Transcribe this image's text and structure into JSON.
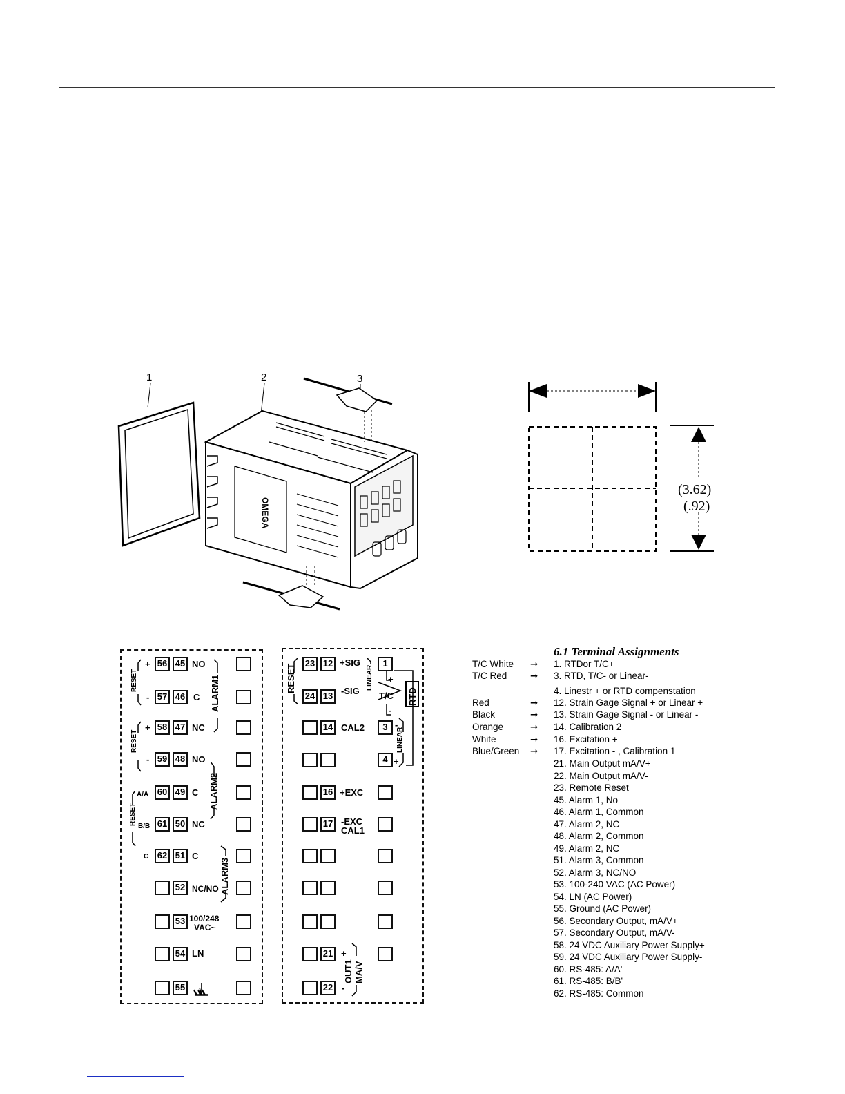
{
  "figure_labels": {
    "gasket": "1",
    "housing": "2",
    "clamp": "3"
  },
  "cutout": {
    "height_in": "(3.62)",
    "height_mm": "(.92)"
  },
  "left_panel": {
    "rows": [
      {
        "a": "56",
        "b": "45",
        "pre": "+",
        "post": "NO"
      },
      {
        "a": "57",
        "b": "46",
        "pre": "-",
        "post": "C"
      },
      {
        "a": "58",
        "b": "47",
        "pre": "+",
        "post": "NC"
      },
      {
        "a": "59",
        "b": "48",
        "pre": "-",
        "post": "NO"
      },
      {
        "a": "60",
        "b": "49",
        "pre": "A/A",
        "post": "C"
      },
      {
        "a": "61",
        "b": "50",
        "pre": "B/B",
        "post": "NC"
      },
      {
        "a": "62",
        "b": "51",
        "pre": "C",
        "post": "C"
      },
      {
        "a": "",
        "b": "52",
        "pre": "",
        "post": "NC/NO"
      },
      {
        "a": "",
        "b": "53",
        "pre": "",
        "post": "100/248"
      },
      {
        "a": "",
        "b": "54",
        "pre": "",
        "post": "LN"
      },
      {
        "a": "",
        "b": "55",
        "pre": "",
        "post": ""
      }
    ],
    "vac": "VAC~",
    "reset": "RESET",
    "alarm1": "ALARM1",
    "alarm2": "ALARM2",
    "alarm3": "ALARM3"
  },
  "right_panel": {
    "t23": "23",
    "t12": "12",
    "sig_pos": "+SIG",
    "t24": "24",
    "t13": "13",
    "sig_neg": "-SIG",
    "t14": "14",
    "cal2": "CAL2",
    "t16": "16",
    "exc_pos": "+EXC",
    "t17": "17",
    "exc_neg": "-EXC",
    "cal1": "CAL1",
    "t21": "21",
    "t22": "22",
    "t1": "1",
    "t3": "3",
    "t4": "4",
    "reset": "RESET",
    "linear": "LINEAR",
    "tc": "T/C",
    "rtd": "RTD",
    "out1": "OUT1",
    "mav": "MA/V",
    "plus": "+",
    "minus": "-"
  },
  "assignments": {
    "title": "6.1 Terminal Assignments",
    "legend": [
      {
        "wire": "T/C White",
        "text": "1. RTDor T/C+"
      },
      {
        "wire": "T/C Red",
        "text": "3. RTD, T/C- or Linear-"
      },
      {
        "wire": "",
        "text": "4. Linestr + or RTD compenstation"
      },
      {
        "wire": "Red",
        "text": "12. Strain Gage Signal + or Linear +"
      },
      {
        "wire": "Black",
        "text": "13. Strain Gage Signal - or Linear -"
      },
      {
        "wire": "Orange",
        "text": "14. Calibration 2"
      },
      {
        "wire": "White",
        "text": "16. Excitation +"
      },
      {
        "wire": "Blue/Green",
        "text": "17. Excitation - , Calibration 1"
      }
    ],
    "list": [
      "21. Main Output mA/V+",
      "22. Main Output mA/V-",
      "23. Remote Reset",
      "45. Alarm 1, No",
      "46. Alarm 1, Common",
      "47. Alarm 2, NC",
      "48. Alarm 2, Common",
      "49. Alarm 2, NC",
      "51. Alarm 3, Common",
      "52. Alarm 3, NC/NO",
      "53. 100-240 VAC  (AC Power)",
      "54. LN  (AC Power)",
      "55. Ground  (AC Power)",
      "56. Secondary Output, mA/V+",
      "57. Secondary Output, mA/V-",
      "58. 24 VDC Auxiliary Power Supply+",
      "59. 24 VDC Auxiliary Power Supply-",
      "60. RS-485: A/A'",
      "61. RS-485: B/B'",
      "62. RS-485: Common"
    ]
  }
}
